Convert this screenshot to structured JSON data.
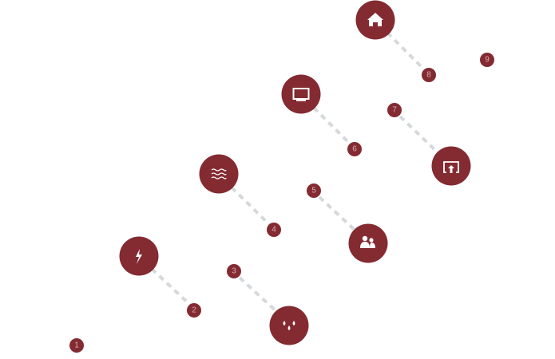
{
  "colors": {
    "accent": "#842a31",
    "connector": "#d5d9dc",
    "number_text": "#d8aeb2"
  },
  "markers": [
    "1",
    "2",
    "3",
    "4",
    "5",
    "6",
    "7",
    "8",
    "9"
  ],
  "nodes": [
    {
      "icon": "lightning-icon"
    },
    {
      "icon": "water-drops-icon"
    },
    {
      "icon": "waves-icon"
    },
    {
      "icon": "people-icon"
    },
    {
      "icon": "monitor-icon"
    },
    {
      "icon": "upload-screen-icon"
    },
    {
      "icon": "home-icon"
    }
  ]
}
